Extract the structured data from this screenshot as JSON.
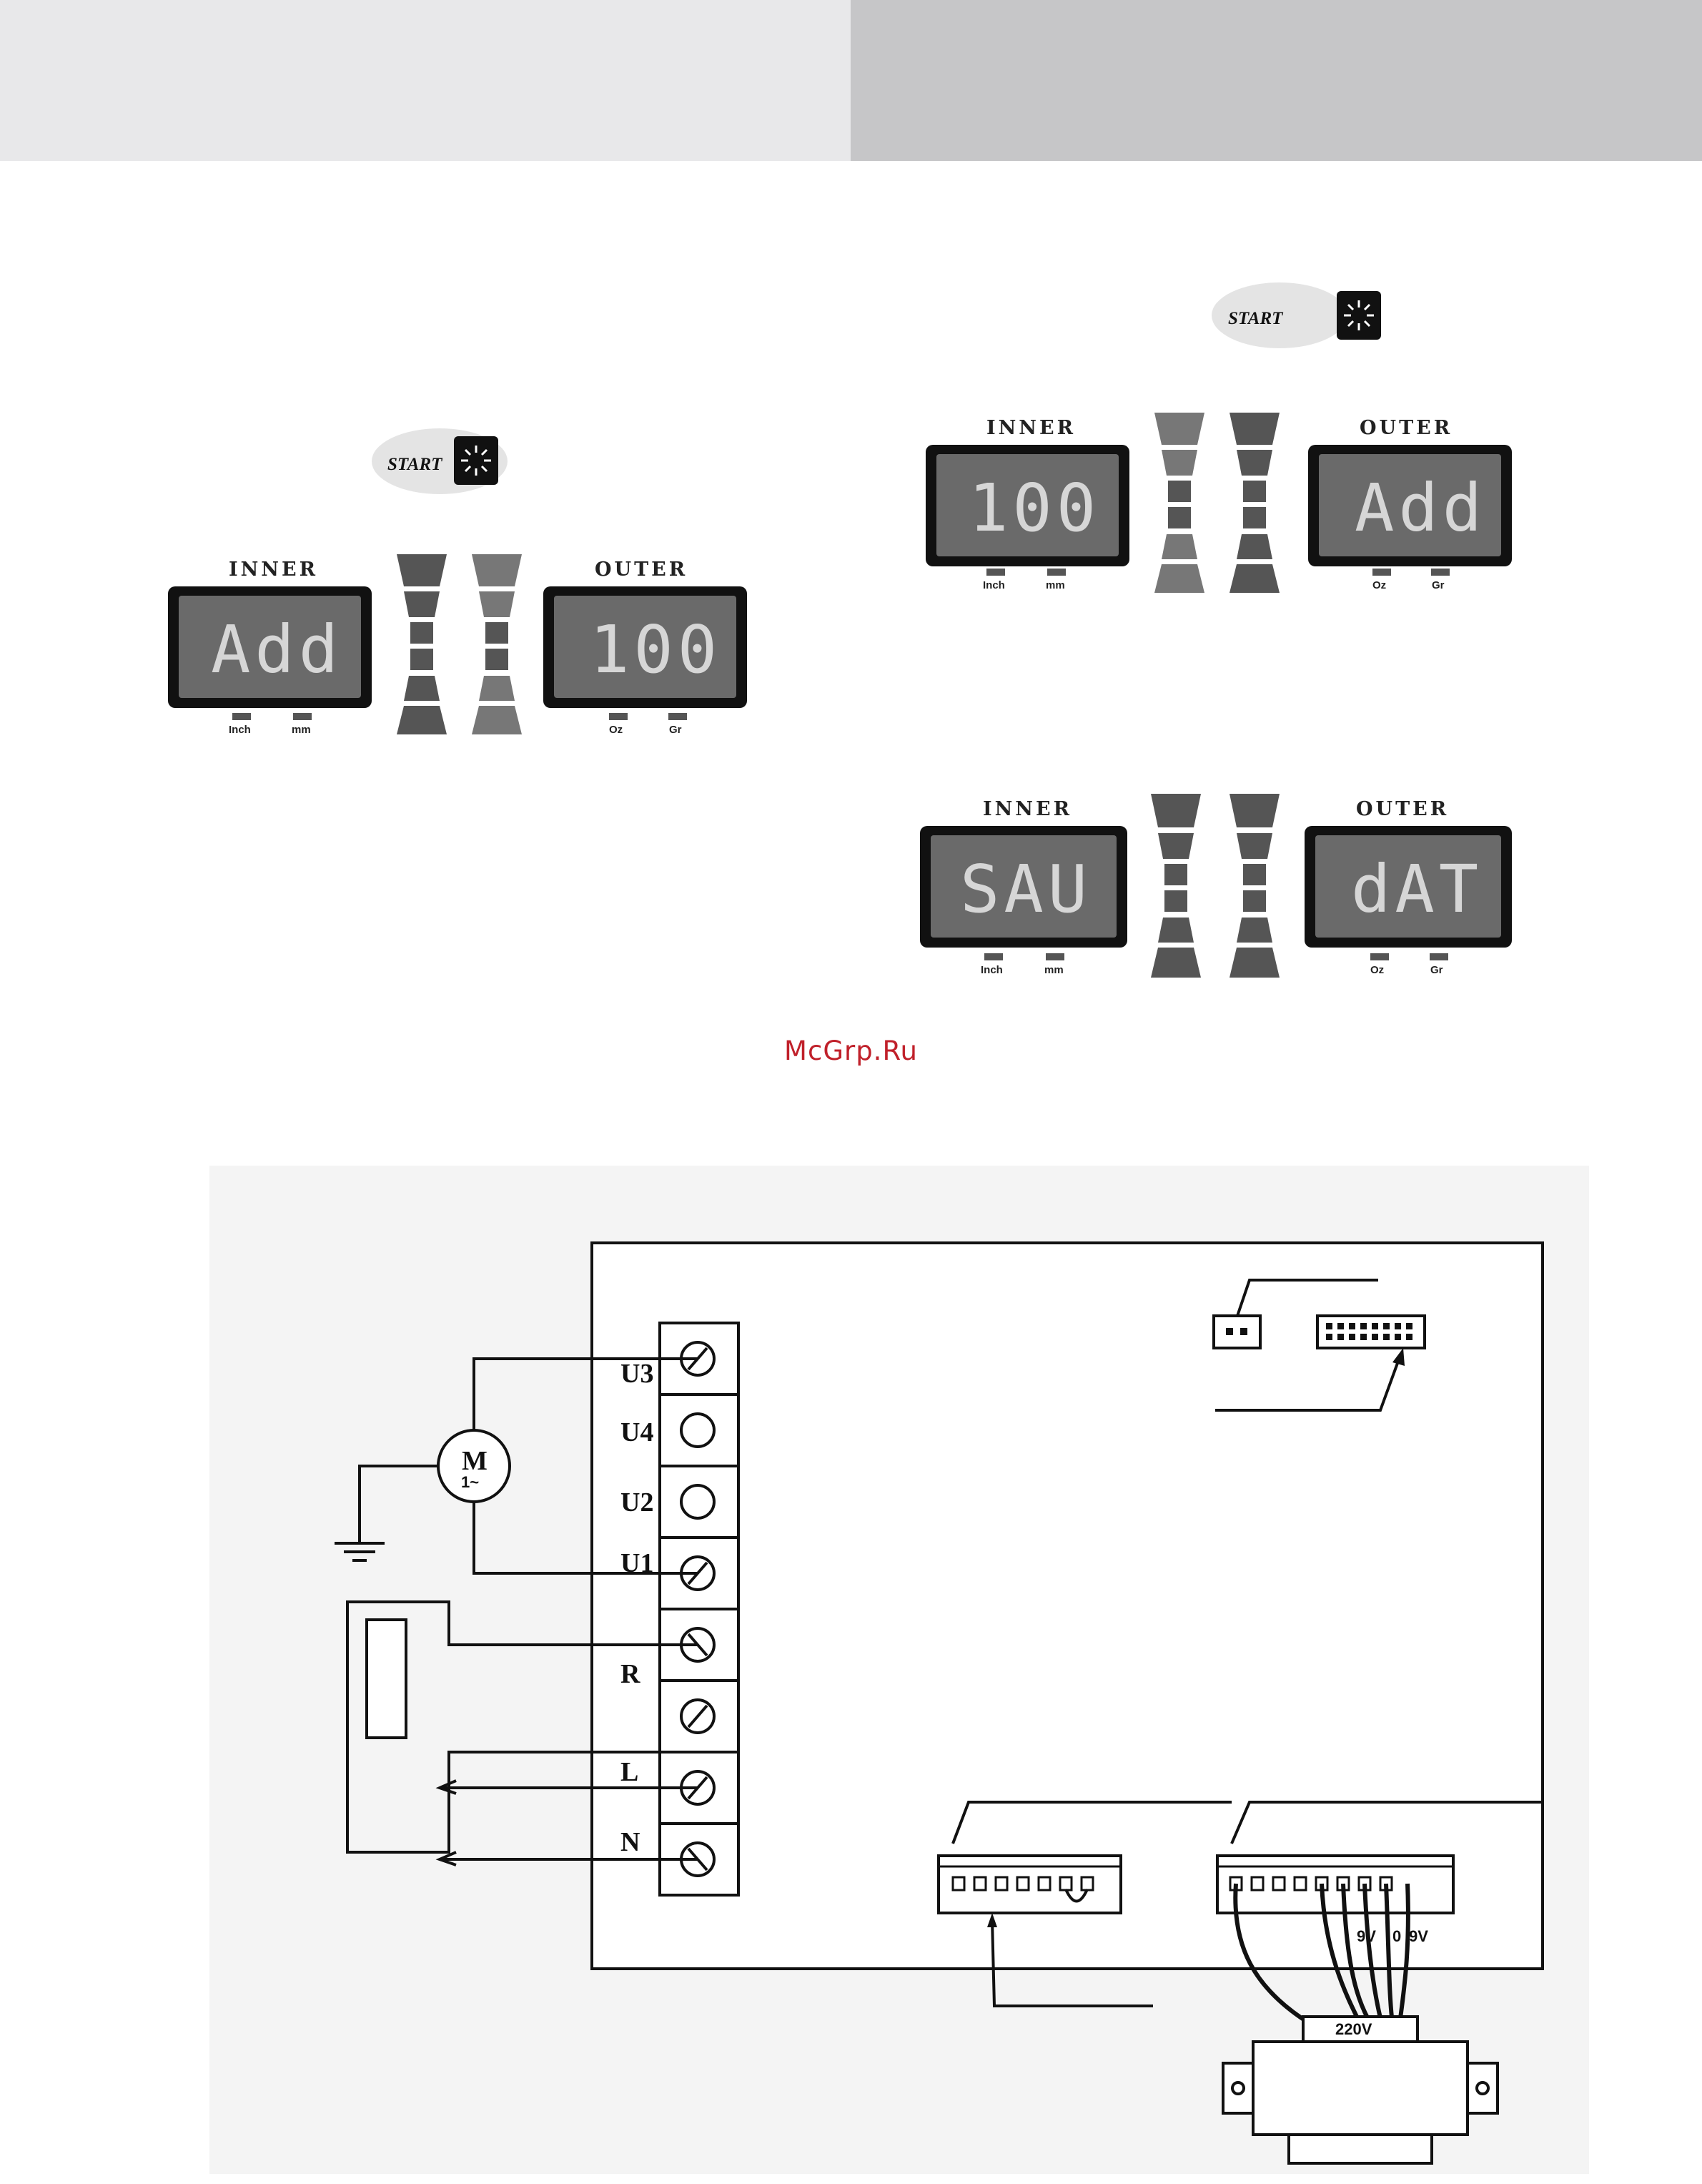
{
  "panels": [
    {
      "start_label": "START",
      "inner": {
        "title": "INNER",
        "display": "Add",
        "units": [
          "Inch",
          "mm"
        ]
      },
      "outer": {
        "title": "OUTER",
        "display": "100",
        "units": [
          "Oz",
          "Gr"
        ]
      }
    },
    {
      "start_label": "START",
      "inner": {
        "title": "INNER",
        "display": "100",
        "units": [
          "Inch",
          "mm"
        ]
      },
      "outer": {
        "title": "OUTER",
        "display": "Add",
        "units": [
          "Oz",
          "Gr"
        ]
      }
    },
    {
      "inner": {
        "title": "INNER",
        "display": "SAU",
        "units": [
          "Inch",
          "mm"
        ]
      },
      "outer": {
        "title": "OUTER",
        "display": "dAT",
        "units": [
          "Oz",
          "Gr"
        ]
      }
    }
  ],
  "watermark": "McGrp.Ru",
  "wiring": {
    "terminals": [
      "U3",
      "U4",
      "U2",
      "U1",
      "R",
      "L",
      "N"
    ],
    "motor_label": "M",
    "motor_phase": "1~",
    "voltage_left": "9V",
    "voltage_mid": "0",
    "voltage_right": "9V",
    "transformer_label": "220V"
  },
  "colors": {
    "lcd_bg": "#6a6a6a",
    "lcd_digit": "#d6d6d6",
    "watermark": "#c0202a"
  }
}
